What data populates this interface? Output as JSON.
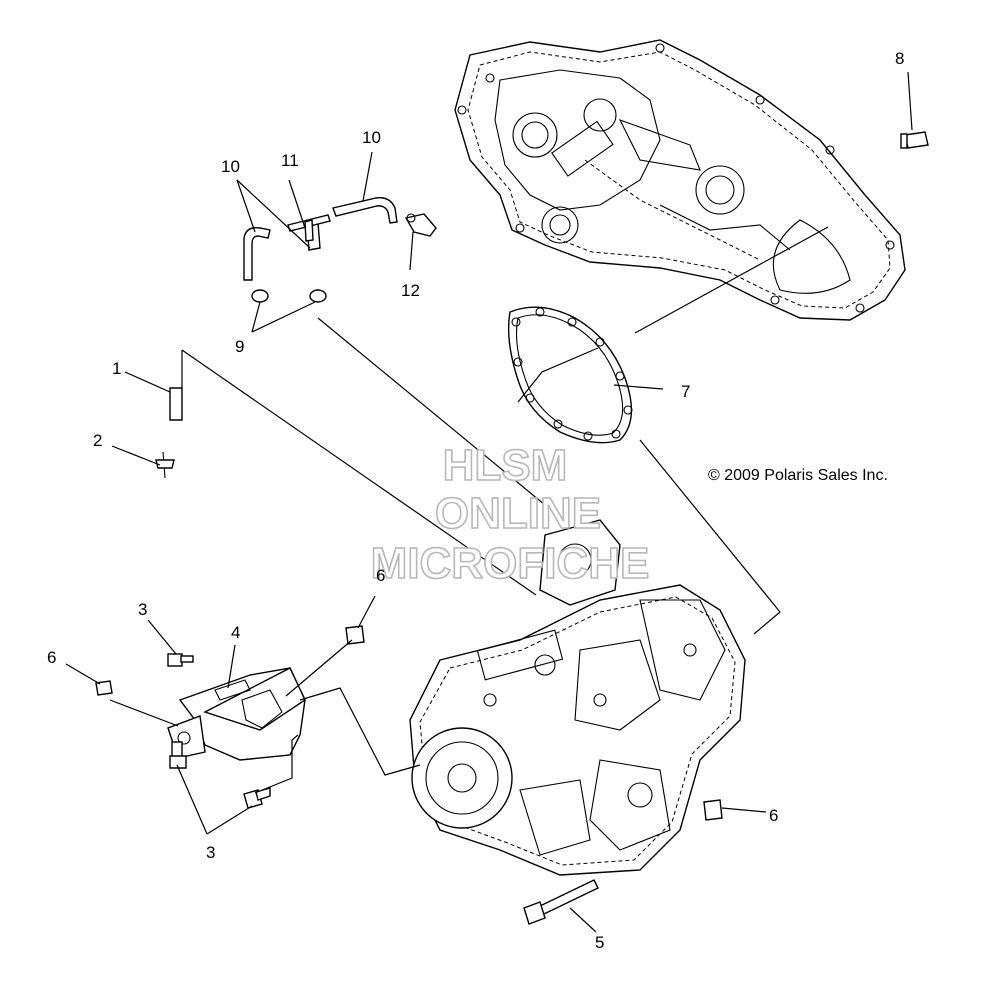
{
  "copyright": "© 2009 Polaris Sales Inc.",
  "watermark": {
    "line1": "HLSM",
    "line2": "ONLINE",
    "line3": "MICROFICHE"
  },
  "callouts": {
    "c1": "1",
    "c2": "2",
    "c3a": "3",
    "c3b": "3",
    "c4": "4",
    "c5": "5",
    "c6a": "6",
    "c6b": "6",
    "c6c": "6",
    "c7": "7",
    "c8": "8",
    "c9": "9",
    "c10a": "10",
    "c10b": "10",
    "c11": "11",
    "c12": "12"
  }
}
